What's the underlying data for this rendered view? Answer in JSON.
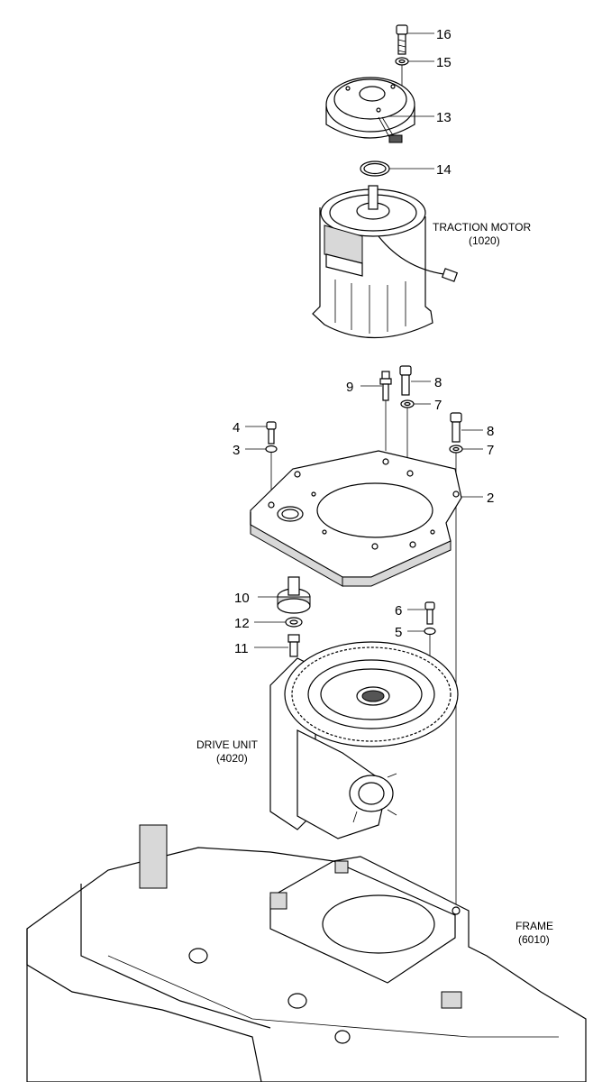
{
  "callouts": [
    {
      "id": "c16",
      "text": "16"
    },
    {
      "id": "c15",
      "text": "15"
    },
    {
      "id": "c13",
      "text": "13"
    },
    {
      "id": "c14",
      "text": "14"
    },
    {
      "id": "c9",
      "text": "9"
    },
    {
      "id": "c8a",
      "text": "8"
    },
    {
      "id": "c7a",
      "text": "7"
    },
    {
      "id": "c8b",
      "text": "8"
    },
    {
      "id": "c7b",
      "text": "7"
    },
    {
      "id": "c4",
      "text": "4"
    },
    {
      "id": "c3",
      "text": "3"
    },
    {
      "id": "c2",
      "text": "2"
    },
    {
      "id": "c10",
      "text": "10"
    },
    {
      "id": "c12",
      "text": "12"
    },
    {
      "id": "c11",
      "text": "11"
    },
    {
      "id": "c6",
      "text": "6"
    },
    {
      "id": "c5",
      "text": "5"
    }
  ],
  "labels": {
    "traction_motor": {
      "line1": "TRACTION MOTOR",
      "line2": "(1020)"
    },
    "drive_unit": {
      "line1": "DRIVE UNIT",
      "line2": "(4020)"
    },
    "frame": {
      "line1": "FRAME",
      "line2": "(6010)"
    }
  }
}
